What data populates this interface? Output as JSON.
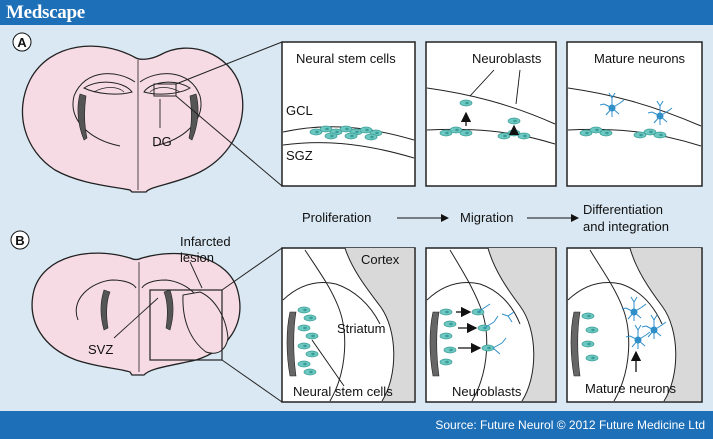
{
  "header": {
    "logo": "Medscape",
    "brand_color": "#1d6fb8"
  },
  "footer": {
    "source": "Source: Future Neurol © 2012 Future Medicine Ltd"
  },
  "panel_a": {
    "label": "A",
    "brain_label": "DG",
    "box1": {
      "title": "Neural stem cells",
      "layer1": "GCL",
      "layer2": "SGZ"
    },
    "box2": {
      "title": "Neuroblasts"
    },
    "box3": {
      "title": "Mature neurons"
    }
  },
  "process": {
    "step1": "Proliferation",
    "step2": "Migration",
    "step3_line1": "Differentiation",
    "step3_line2": "and integration"
  },
  "panel_b": {
    "label": "B",
    "brain_label": "SVZ",
    "lesion_line1": "Infarcted",
    "lesion_line2": "lesion",
    "box1": {
      "cortex": "Cortex",
      "striatum": "Striatum",
      "caption": "Neural stem cells"
    },
    "box2": {
      "caption": "Neuroblasts"
    },
    "box3": {
      "caption": "Mature neurons"
    }
  },
  "colors": {
    "background": "#d9e8f3",
    "brain": "#f6dbe4",
    "cell": "#6cc8c0",
    "neuron": "#2f8fc9",
    "lesion": "#d9d9d9"
  }
}
